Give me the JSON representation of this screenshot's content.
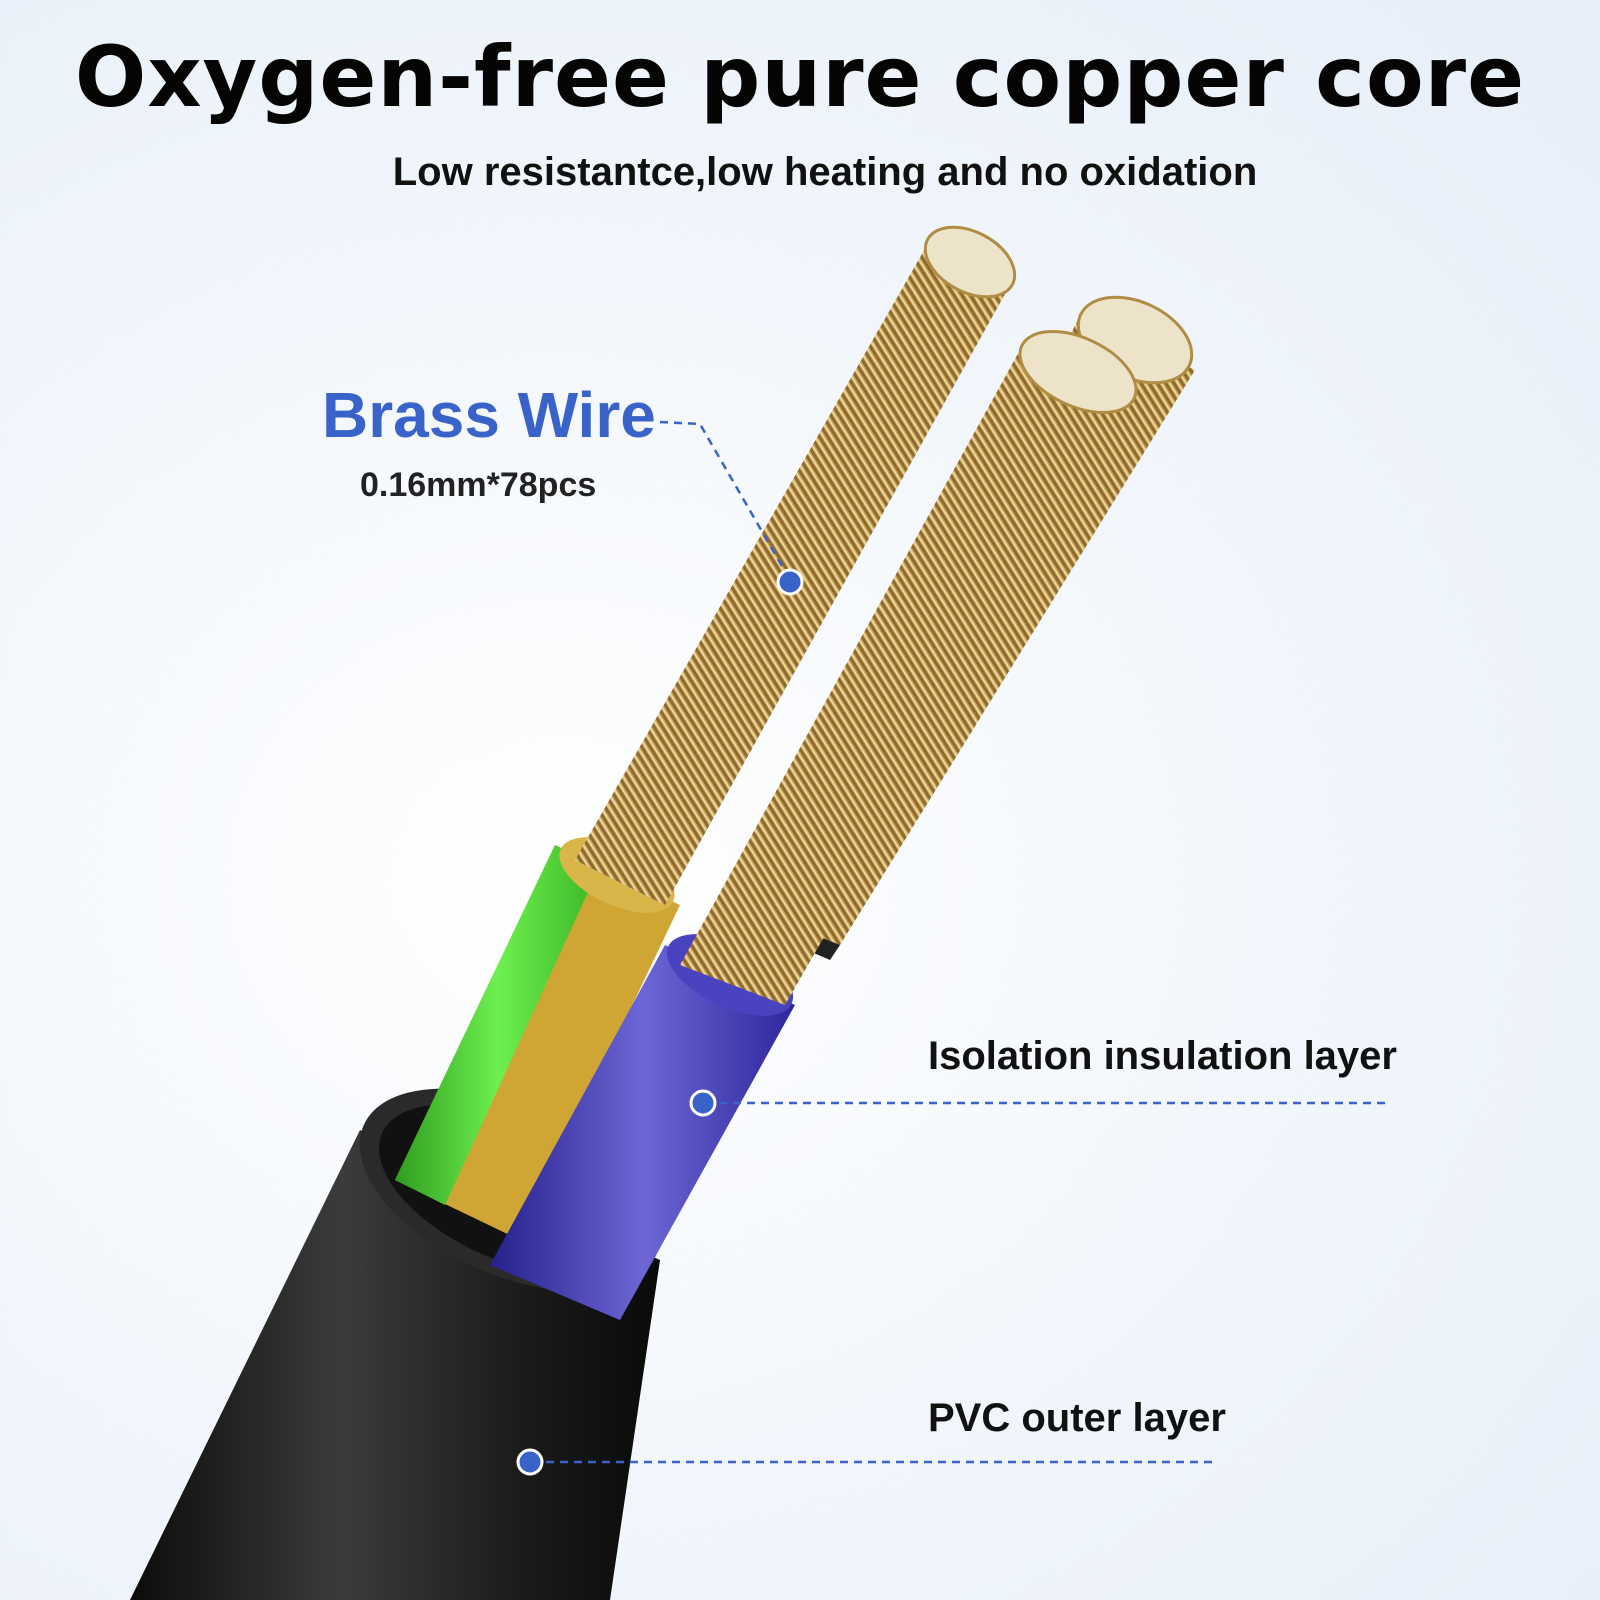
{
  "header": {
    "title": "Oxygen-free pure copper core",
    "subtitle": "Low resistantce,low heating and no oxidation"
  },
  "callouts": {
    "brass_wire": {
      "title": "Brass Wire",
      "spec": "0.16mm*78pcs"
    },
    "insulation": {
      "label": "Isolation insulation layer"
    },
    "outer": {
      "label": "PVC outer layer"
    }
  },
  "colors": {
    "accent": "#3a63c9",
    "copper": "#c9a45c",
    "jacket": "#1e1e1e",
    "core_green": "#54d63c",
    "core_yellow": "#cfa634",
    "core_blue": "#3b35b0"
  }
}
